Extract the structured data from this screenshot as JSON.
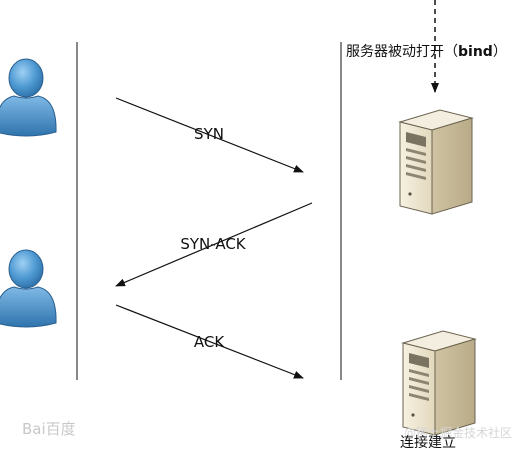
{
  "server_bind_caption": {
    "prefix": "服务器被动打开（",
    "keyword": "bind",
    "suffix": "）"
  },
  "messages": {
    "syn": "SYN",
    "syn_ack": "SYN-ACK",
    "ack": "ACK"
  },
  "connection_caption": "连接建立",
  "watermarks": {
    "baidu": "Bai百度",
    "juejin": "@稀土掘金技术社区"
  },
  "colors": {
    "user_blue": "#4a90c8",
    "server_beige": "#ebe4cf",
    "line": "#111111"
  },
  "icons": [
    "user-icon",
    "server-icon"
  ]
}
